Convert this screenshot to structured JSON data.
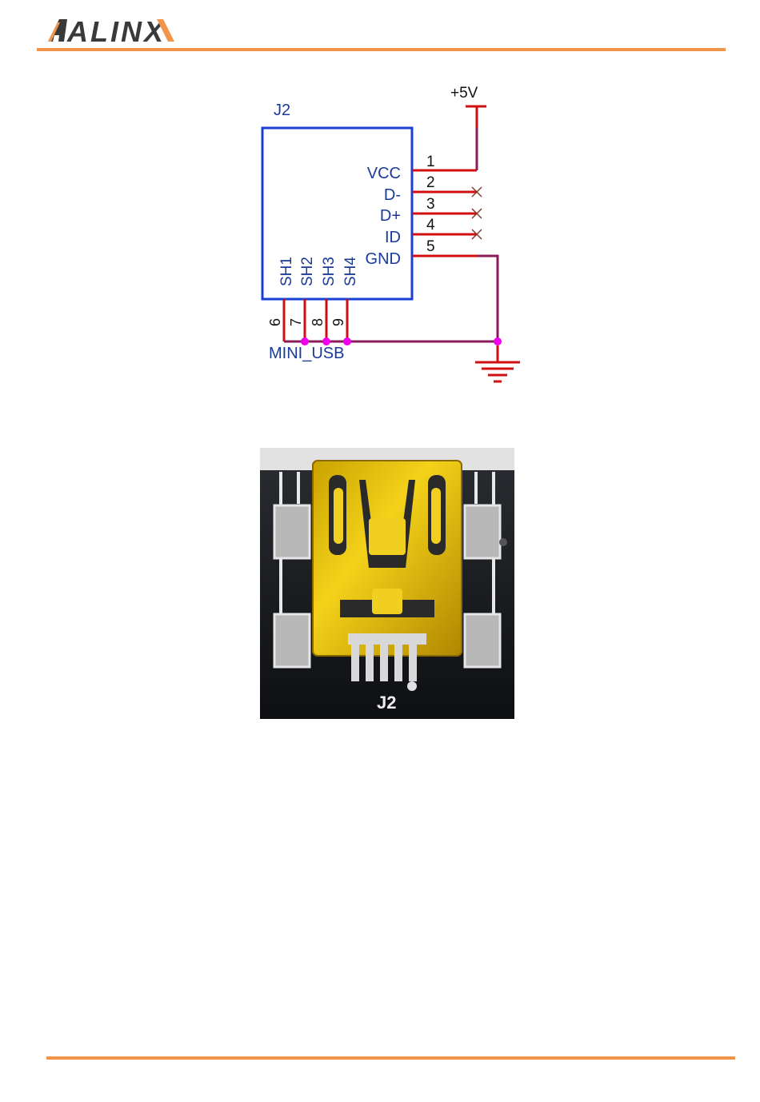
{
  "header": {
    "logo_text": "ALINX",
    "accent_color": "#f0954a"
  },
  "schematic": {
    "ref": "J2",
    "part": "MINI_USB",
    "power_label": "+5V",
    "pins": [
      {
        "num": "1",
        "name": "VCC"
      },
      {
        "num": "2",
        "name": "D-"
      },
      {
        "num": "3",
        "name": "D+"
      },
      {
        "num": "4",
        "name": "ID"
      },
      {
        "num": "5",
        "name": "GND"
      }
    ],
    "shield_pins": [
      {
        "num": "6",
        "name": "SH1"
      },
      {
        "num": "7",
        "name": "SH2"
      },
      {
        "num": "8",
        "name": "SH3"
      },
      {
        "num": "9",
        "name": "SH4"
      }
    ],
    "colors": {
      "box": "#1a3fd6",
      "wire": "#d01010",
      "net": "#8a1b5a",
      "junction": "#ee00ee",
      "nc": "#8a3a2a"
    }
  },
  "photo": {
    "silkscreen_label": "J2",
    "description_icon": "mini-usb-connector-photo"
  }
}
